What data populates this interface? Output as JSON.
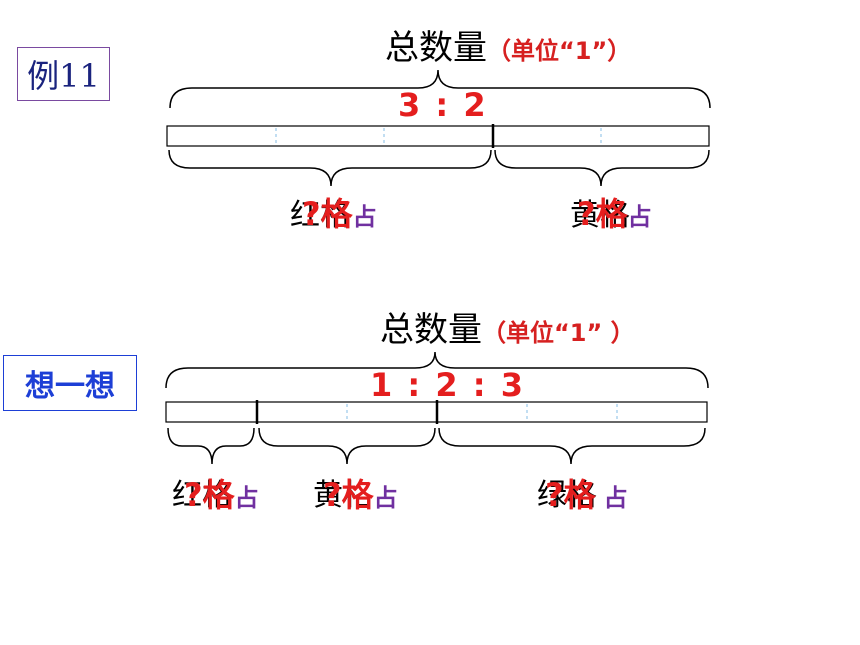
{
  "example": {
    "label": "例11",
    "total_label": "总数量",
    "unit_label": "（单位“1”）",
    "ratio": "3 : 2",
    "segments": [
      {
        "label": "红格",
        "question": "?格",
        "occupy": "占"
      },
      {
        "label": "黄格",
        "question": "?格",
        "occupy": "占"
      }
    ]
  },
  "think": {
    "label": "想一想",
    "total_label": "总数量",
    "unit_label": "（单位“1” ）",
    "ratio": "1 : 2 : 3",
    "segments": [
      {
        "label": "红格",
        "question": "?格",
        "occupy": "占"
      },
      {
        "label": "黄格",
        "question": "?格",
        "occupy": "占"
      },
      {
        "label": "绿格",
        "question": "?格",
        "occupy": "占"
      }
    ]
  },
  "colors": {
    "ratio": "#e41e1e",
    "occupy": "#7030a0",
    "think_label": "#1d3fd6",
    "dashed": "#9ac8e8"
  }
}
